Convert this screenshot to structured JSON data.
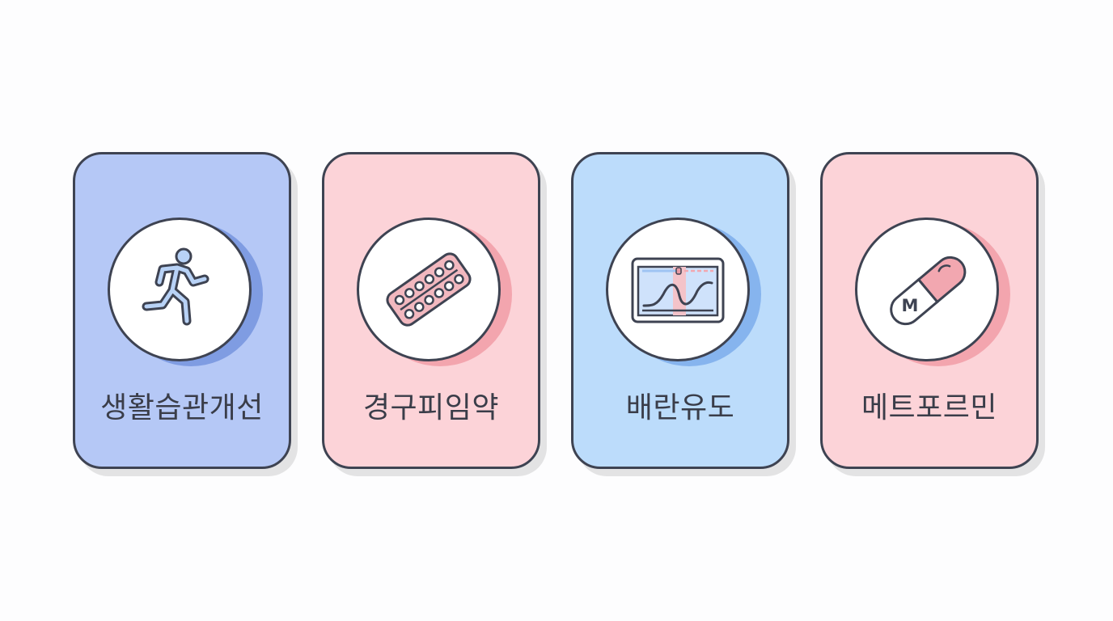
{
  "colors": {
    "outline": "#3e4352",
    "card_blue": "#b5c8f6",
    "card_pink": "#fcd3d8",
    "card_lightblue": "#bcdcfb",
    "accent_pink": "#f2b8bf",
    "accent_blue": "#a9c9f7"
  },
  "cards": [
    {
      "label": "생활습관개선",
      "icon": "running-person-icon",
      "bg": "#b5c8f6",
      "shadow": "#7f9ce2"
    },
    {
      "label": "경구피임약",
      "icon": "pill-blister-pack-icon",
      "bg": "#fcd3d8",
      "shadow": "#f3a5ae"
    },
    {
      "label": "배란유도",
      "icon": "ovulation-monitor-icon",
      "bg": "#bcdcfb",
      "shadow": "#86b4ee"
    },
    {
      "label": "메트포르민",
      "icon": "metformin-capsule-icon",
      "bg": "#fcd3d8",
      "shadow": "#f3a5ae"
    }
  ],
  "capsule_letter": "M"
}
